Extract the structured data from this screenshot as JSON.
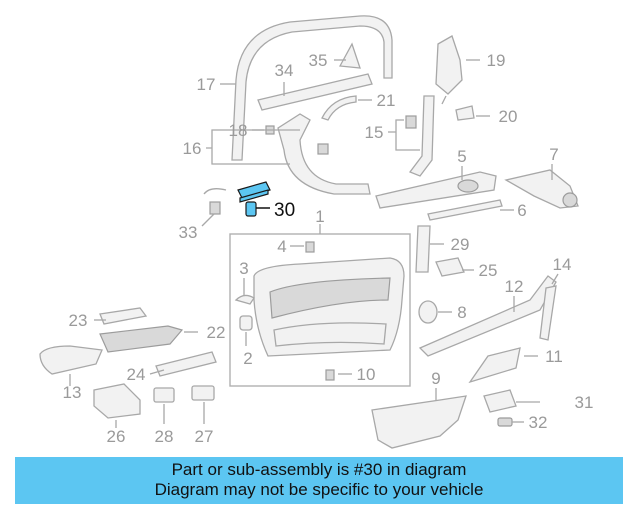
{
  "diagram": {
    "highlight_callout": "30",
    "callouts": [
      "1",
      "2",
      "3",
      "4",
      "5",
      "6",
      "7",
      "8",
      "9",
      "10",
      "11",
      "12",
      "13",
      "14",
      "15",
      "16",
      "17",
      "18",
      "19",
      "20",
      "21",
      "22",
      "23",
      "24",
      "25",
      "26",
      "27",
      "28",
      "29",
      "31",
      "32",
      "33",
      "34",
      "35"
    ]
  },
  "banner": {
    "line1": "Part or sub-assembly is #30 in diagram",
    "line2": "Diagram may not be specific to your vehicle"
  },
  "colors": {
    "banner_bg": "#5cc6f2",
    "highlight_part": "#5cc6f2",
    "callout_text": "#9a9a9a"
  }
}
